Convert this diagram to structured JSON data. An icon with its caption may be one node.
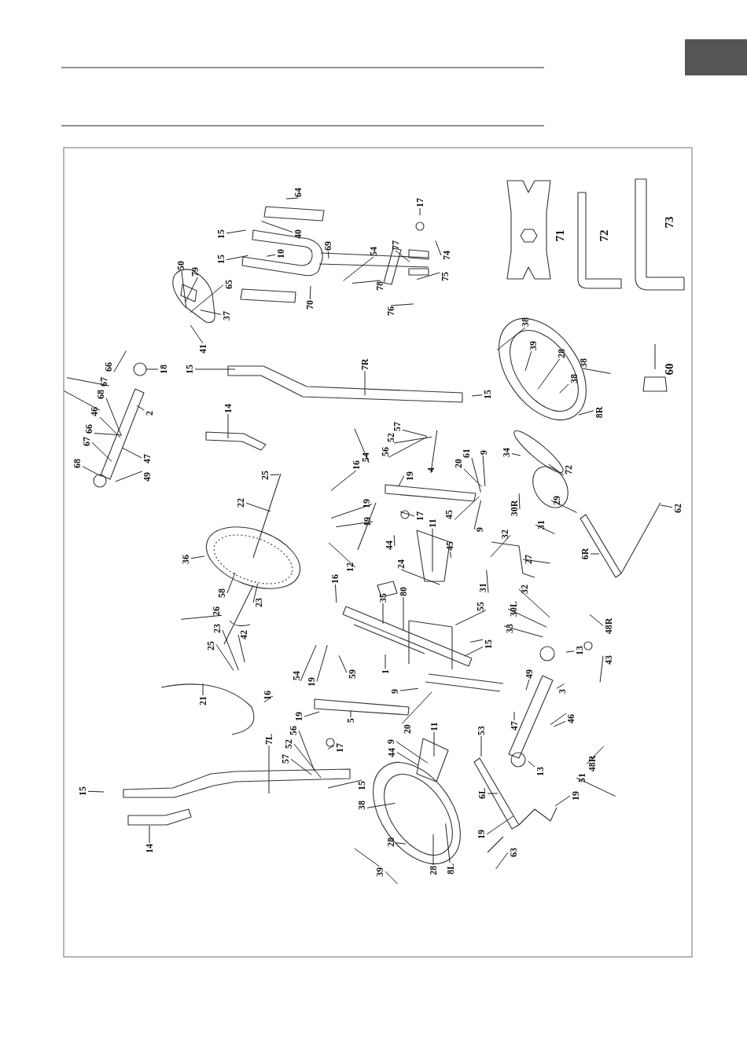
{
  "diagram": {
    "nodes": [
      {
        "text": [
          "64"
        ]
      },
      {
        "text": [
          "15"
        ]
      },
      {
        "text": [
          "40"
        ]
      },
      {
        "text": [
          "69"
        ]
      },
      {
        "text": [
          "15"
        ]
      },
      {
        "text": [
          "10"
        ]
      },
      {
        "text": [
          "50"
        ]
      },
      {
        "text": [
          "79"
        ]
      },
      {
        "text": [
          "65"
        ]
      },
      {
        "text": [
          "70"
        ]
      },
      {
        "text": [
          "54"
        ]
      },
      {
        "text": [
          "77"
        ]
      },
      {
        "text": [
          "17"
        ]
      },
      {
        "text": [
          "74"
        ]
      },
      {
        "text": [
          "75"
        ]
      },
      {
        "text": [
          "78"
        ]
      },
      {
        "text": [
          "76"
        ]
      },
      {
        "text": [
          "37"
        ]
      },
      {
        "text": [
          "41"
        ]
      },
      {
        "text": [
          "15"
        ]
      },
      {
        "text": [
          "18"
        ]
      },
      {
        "text": [
          "7R"
        ]
      },
      {
        "text": [
          "66"
        ]
      },
      {
        "text": [
          "67"
        ]
      },
      {
        "text": [
          "68"
        ]
      },
      {
        "text": [
          "2"
        ]
      },
      {
        "text": [
          "46"
        ]
      },
      {
        "text": [
          "66"
        ]
      },
      {
        "text": [
          "67"
        ]
      },
      {
        "text": [
          "68"
        ]
      },
      {
        "text": [
          "47"
        ]
      },
      {
        "text": [
          "49"
        ]
      },
      {
        "text": [
          "14"
        ]
      },
      {
        "text": [
          "38"
        ]
      },
      {
        "text": [
          "39"
        ]
      },
      {
        "text": [
          "28"
        ]
      },
      {
        "text": [
          "38"
        ]
      },
      {
        "text": [
          "38"
        ]
      },
      {
        "text": [
          "15"
        ]
      },
      {
        "text": [
          "8R"
        ]
      },
      {
        "text": [
          "34"
        ]
      },
      {
        "text": [
          "72"
        ]
      },
      {
        "text": [
          "25"
        ]
      },
      {
        "text": [
          "22"
        ]
      },
      {
        "text": [
          "54"
        ]
      },
      {
        "text": [
          "16"
        ]
      },
      {
        "text": [
          "56"
        ]
      },
      {
        "text": [
          "52"
        ]
      },
      {
        "text": [
          "57"
        ]
      },
      {
        "text": [
          "19"
        ]
      },
      {
        "text": [
          "4"
        ]
      },
      {
        "text": [
          "20"
        ]
      },
      {
        "text": [
          "61"
        ]
      },
      {
        "text": [
          "9"
        ]
      },
      {
        "text": [
          "19"
        ]
      },
      {
        "text": [
          "19"
        ]
      },
      {
        "text": [
          "17"
        ]
      },
      {
        "text": [
          "45"
        ]
      },
      {
        "text": [
          "11"
        ]
      },
      {
        "text": [
          "9"
        ]
      },
      {
        "text": [
          "45"
        ]
      },
      {
        "text": [
          "44"
        ]
      },
      {
        "text": [
          "12"
        ]
      },
      {
        "text": [
          "36"
        ]
      },
      {
        "text": [
          "24"
        ]
      },
      {
        "text": [
          "32"
        ]
      },
      {
        "text": [
          "30R"
        ]
      },
      {
        "text": [
          "29"
        ]
      },
      {
        "text": [
          "31"
        ]
      },
      {
        "text": [
          "27"
        ]
      },
      {
        "text": [
          "62"
        ]
      },
      {
        "text": [
          "6R"
        ]
      },
      {
        "text": [
          "16"
        ]
      },
      {
        "text": [
          "35"
        ]
      },
      {
        "text": [
          "80"
        ]
      },
      {
        "text": [
          "58"
        ]
      },
      {
        "text": [
          "23"
        ]
      },
      {
        "text": [
          "26"
        ]
      },
      {
        "text": [
          "31"
        ]
      },
      {
        "text": [
          "32"
        ]
      },
      {
        "text": [
          "55"
        ]
      },
      {
        "text": [
          "30L"
        ]
      },
      {
        "text": [
          "23"
        ]
      },
      {
        "text": [
          "42"
        ]
      },
      {
        "text": [
          "25"
        ]
      },
      {
        "text": [
          "33"
        ]
      },
      {
        "text": [
          "48R"
        ]
      },
      {
        "text": [
          "15"
        ]
      },
      {
        "text": [
          "13"
        ]
      },
      {
        "text": [
          "43"
        ]
      },
      {
        "text": [
          "1"
        ]
      },
      {
        "text": [
          "59"
        ]
      },
      {
        "text": [
          "54"
        ]
      },
      {
        "text": [
          "19"
        ]
      },
      {
        "text": [
          "16"
        ]
      },
      {
        "text": [
          "21"
        ]
      },
      {
        "text": [
          "49"
        ]
      },
      {
        "text": [
          "3"
        ]
      },
      {
        "text": [
          "9"
        ]
      },
      {
        "text": [
          "5"
        ]
      },
      {
        "text": [
          "47"
        ]
      },
      {
        "text": [
          "46"
        ]
      },
      {
        "text": [
          "19"
        ]
      },
      {
        "text": [
          "20"
        ]
      },
      {
        "text": [
          "56"
        ]
      },
      {
        "text": [
          "11"
        ]
      },
      {
        "text": [
          "9"
        ]
      },
      {
        "text": [
          "44"
        ]
      },
      {
        "text": [
          "17"
        ]
      },
      {
        "text": [
          "52"
        ]
      },
      {
        "text": [
          "53"
        ]
      },
      {
        "text": [
          "13"
        ]
      },
      {
        "text": [
          "57"
        ]
      },
      {
        "text": [
          "7L"
        ]
      },
      {
        "text": [
          "6L"
        ]
      },
      {
        "text": [
          "51"
        ]
      },
      {
        "text": [
          "48R"
        ]
      },
      {
        "text": [
          "19"
        ]
      },
      {
        "text": [
          "15"
        ]
      },
      {
        "text": [
          "15"
        ]
      },
      {
        "text": [
          "38"
        ]
      },
      {
        "text": [
          "19"
        ]
      },
      {
        "text": [
          "14"
        ]
      },
      {
        "text": [
          "63"
        ]
      },
      {
        "text": [
          "39"
        ]
      },
      {
        "text": [
          "28"
        ]
      },
      {
        "text": [
          "28"
        ]
      },
      {
        "text": [
          "8L"
        ]
      }
    ],
    "edges": [
      {
        "from": 0,
        "to": null,
        "arrow": "none"
      },
      {
        "from": 1,
        "to": null,
        "arrow": "none"
      },
      {
        "from": 2,
        "to": null,
        "arrow": "none"
      },
      {
        "from": 3,
        "to": null,
        "arrow": "none"
      },
      {
        "from": 4,
        "to": null,
        "arrow": "none"
      },
      {
        "from": 5,
        "to": null,
        "arrow": "none"
      },
      {
        "from": 6,
        "to": null,
        "arrow": "none"
      },
      {
        "from": 7,
        "to": null,
        "arrow": "none"
      },
      {
        "from": 8,
        "to": null,
        "arrow": "none"
      },
      {
        "from": 9,
        "to": null,
        "arrow": "none"
      },
      {
        "from": 10,
        "to": null,
        "arrow": "none"
      },
      {
        "from": 11,
        "to": null,
        "arrow": "none"
      },
      {
        "from": 12,
        "to": null,
        "arrow": "none"
      },
      {
        "from": 13,
        "to": null,
        "arrow": "none"
      },
      {
        "from": 14,
        "to": null,
        "arrow": "none"
      },
      {
        "from": 15,
        "to": null,
        "arrow": "none"
      },
      {
        "from": 16,
        "to": null,
        "arrow": "none"
      },
      {
        "from": 17,
        "to": null,
        "arrow": "none"
      },
      {
        "from": 18,
        "to": null,
        "arrow": "none"
      },
      {
        "from": 19,
        "to": null,
        "arrow": "none"
      },
      {
        "from": 20,
        "to": null,
        "arrow": "none"
      },
      {
        "from": 21,
        "to": null,
        "arrow": "none"
      },
      {
        "from": 22,
        "to": null,
        "arrow": "none"
      },
      {
        "from": 23,
        "to": null,
        "arrow": "none"
      },
      {
        "from": 24,
        "to": null,
        "arrow": "none"
      },
      {
        "from": 25,
        "to": null,
        "arrow": "none"
      },
      {
        "from": 26,
        "to": null,
        "arrow": "none"
      },
      {
        "from": 26,
        "to": null,
        "arrow": "none"
      },
      {
        "from": 27,
        "to": null,
        "arrow": "none"
      },
      {
        "from": 28,
        "to": null,
        "arrow": "none"
      },
      {
        "from": 29,
        "to": null,
        "arrow": "none"
      },
      {
        "from": 30,
        "to": null,
        "arrow": "none"
      },
      {
        "from": 31,
        "to": null,
        "arrow": "none"
      },
      {
        "from": 32,
        "to": null,
        "arrow": "none"
      },
      {
        "from": 33,
        "to": null,
        "arrow": "none"
      },
      {
        "from": 34,
        "to": null,
        "arrow": "none"
      },
      {
        "from": 35,
        "to": null,
        "arrow": "none"
      },
      {
        "from": 36,
        "to": null,
        "arrow": "none"
      },
      {
        "from": 37,
        "to": null,
        "arrow": "none"
      },
      {
        "from": 38,
        "to": null,
        "arrow": "none"
      },
      {
        "from": 39,
        "to": null,
        "arrow": "none"
      },
      {
        "from": 40,
        "to": null,
        "arrow": "none"
      },
      {
        "from": 41,
        "to": null,
        "arrow": "none"
      },
      {
        "from": 42,
        "to": null,
        "arrow": "none"
      },
      {
        "from": 43,
        "to": null,
        "arrow": "none"
      },
      {
        "from": 44,
        "to": null,
        "arrow": "none"
      },
      {
        "from": 45,
        "to": null,
        "arrow": "none"
      },
      {
        "from": 46,
        "to": null,
        "arrow": "none"
      },
      {
        "from": 47,
        "to": null,
        "arrow": "none"
      },
      {
        "from": 48,
        "to": null,
        "arrow": "none"
      },
      {
        "from": 49,
        "to": null,
        "arrow": "none"
      },
      {
        "from": 50,
        "to": null,
        "arrow": "none"
      },
      {
        "from": 51,
        "to": null,
        "arrow": "none"
      },
      {
        "from": 52,
        "to": null,
        "arrow": "none"
      },
      {
        "from": 53,
        "to": null,
        "arrow": "none"
      },
      {
        "from": 54,
        "to": null,
        "arrow": "none"
      },
      {
        "from": 55,
        "to": null,
        "arrow": "none"
      },
      {
        "from": 56,
        "to": null,
        "arrow": "none"
      },
      {
        "from": 57,
        "to": null,
        "arrow": "none"
      },
      {
        "from": 58,
        "to": null,
        "arrow": "none"
      },
      {
        "from": 59,
        "to": null,
        "arrow": "none"
      },
      {
        "from": 60,
        "to": null,
        "arrow": "none"
      },
      {
        "from": 61,
        "to": null,
        "arrow": "none"
      },
      {
        "from": 62,
        "to": null,
        "arrow": "none"
      },
      {
        "from": 63,
        "to": null,
        "arrow": "none"
      },
      {
        "from": 64,
        "to": null,
        "arrow": "none"
      },
      {
        "from": 65,
        "to": null,
        "arrow": "none"
      },
      {
        "from": 66,
        "to": null,
        "arrow": "none"
      },
      {
        "from": 67,
        "to": null,
        "arrow": "none"
      },
      {
        "from": 68,
        "to": null,
        "arrow": "none"
      },
      {
        "from": 69,
        "to": null,
        "arrow": "none"
      },
      {
        "from": 70,
        "to": null,
        "arrow": "none"
      },
      {
        "from": 71,
        "to": null,
        "arrow": "none"
      },
      {
        "from": 72,
        "to": null,
        "arrow": "none"
      },
      {
        "from": 73,
        "to": null,
        "arrow": "none"
      },
      {
        "from": 74,
        "to": null,
        "arrow": "none"
      },
      {
        "from": 75,
        "to": null,
        "arrow": "none"
      },
      {
        "from": 76,
        "to": null,
        "arrow": "none"
      },
      {
        "from": 77,
        "to": null,
        "arrow": "none"
      },
      {
        "from": 78,
        "to": null,
        "arrow": "none"
      },
      {
        "from": 79,
        "to": null,
        "arrow": "none"
      },
      {
        "from": 80,
        "to": null,
        "arrow": "none"
      },
      {
        "from": 81,
        "to": null,
        "arrow": "none"
      },
      {
        "from": 82,
        "to": null,
        "arrow": "none"
      },
      {
        "from": 83,
        "to": null,
        "arrow": "none"
      },
      {
        "from": 84,
        "to": null,
        "arrow": "none"
      },
      {
        "from": 85,
        "to": null,
        "arrow": "none"
      },
      {
        "from": 86,
        "to": null,
        "arrow": "none"
      },
      {
        "from": 87,
        "to": null,
        "arrow": "none"
      },
      {
        "from": 87,
        "to": null,
        "arrow": "none"
      },
      {
        "from": 88,
        "to": null,
        "arrow": "none"
      },
      {
        "from": 89,
        "to": null,
        "arrow": "none"
      },
      {
        "from": 90,
        "to": null,
        "arrow": "none"
      },
      {
        "from": 91,
        "to": null,
        "arrow": "none"
      },
      {
        "from": 92,
        "to": null,
        "arrow": "none"
      },
      {
        "from": 93,
        "to": null,
        "arrow": "none"
      },
      {
        "from": 94,
        "to": null,
        "arrow": "none"
      },
      {
        "from": 95,
        "to": null,
        "arrow": "none"
      },
      {
        "from": 96,
        "to": null,
        "arrow": "none"
      },
      {
        "from": 97,
        "to": null,
        "arrow": "none"
      },
      {
        "from": 98,
        "to": null,
        "arrow": "none"
      },
      {
        "from": 99,
        "to": null,
        "arrow": "none"
      },
      {
        "from": 100,
        "to": null,
        "arrow": "none"
      },
      {
        "from": 101,
        "to": null,
        "arrow": "none"
      },
      {
        "from": 101,
        "to": null,
        "arrow": "none"
      },
      {
        "from": 102,
        "to": null,
        "arrow": "none"
      },
      {
        "from": 103,
        "to": null,
        "arrow": "none"
      },
      {
        "from": 104,
        "to": null,
        "arrow": "none"
      },
      {
        "from": 105,
        "to": null,
        "arrow": "none"
      },
      {
        "from": 106,
        "to": null,
        "arrow": "none"
      },
      {
        "from": 107,
        "to": null,
        "arrow": "none"
      },
      {
        "from": 108,
        "to": null,
        "arrow": "none"
      },
      {
        "from": 109,
        "to": null,
        "arrow": "none"
      },
      {
        "from": 110,
        "to": null,
        "arrow": "none"
      },
      {
        "from": 111,
        "to": null,
        "arrow": "none"
      },
      {
        "from": 112,
        "to": null,
        "arrow": "none"
      },
      {
        "from": 113,
        "to": null,
        "arrow": "none"
      },
      {
        "from": 114,
        "to": null,
        "arrow": "none"
      },
      {
        "from": 115,
        "to": null,
        "arrow": "none"
      },
      {
        "from": 116,
        "to": null,
        "arrow": "none"
      },
      {
        "from": 117,
        "to": null,
        "arrow": "none"
      },
      {
        "from": 118,
        "to": null,
        "arrow": "none"
      },
      {
        "from": 119,
        "to": null,
        "arrow": "none"
      },
      {
        "from": 120,
        "to": null,
        "arrow": "none"
      },
      {
        "from": 121,
        "to": null,
        "arrow": "none"
      },
      {
        "from": 122,
        "to": null,
        "arrow": "none"
      },
      {
        "from": 123,
        "to": null,
        "arrow": "none"
      },
      {
        "from": 124,
        "to": null,
        "arrow": "none"
      },
      {
        "from": 124,
        "to": null,
        "arrow": "none"
      },
      {
        "from": 125,
        "to": null,
        "arrow": "none"
      },
      {
        "from": 126,
        "to": null,
        "arrow": "none"
      },
      {
        "from": 127,
        "to": null,
        "arrow": "none"
      }
    ],
    "labels": [
      "71",
      "72",
      "73",
      "60"
    ]
  }
}
